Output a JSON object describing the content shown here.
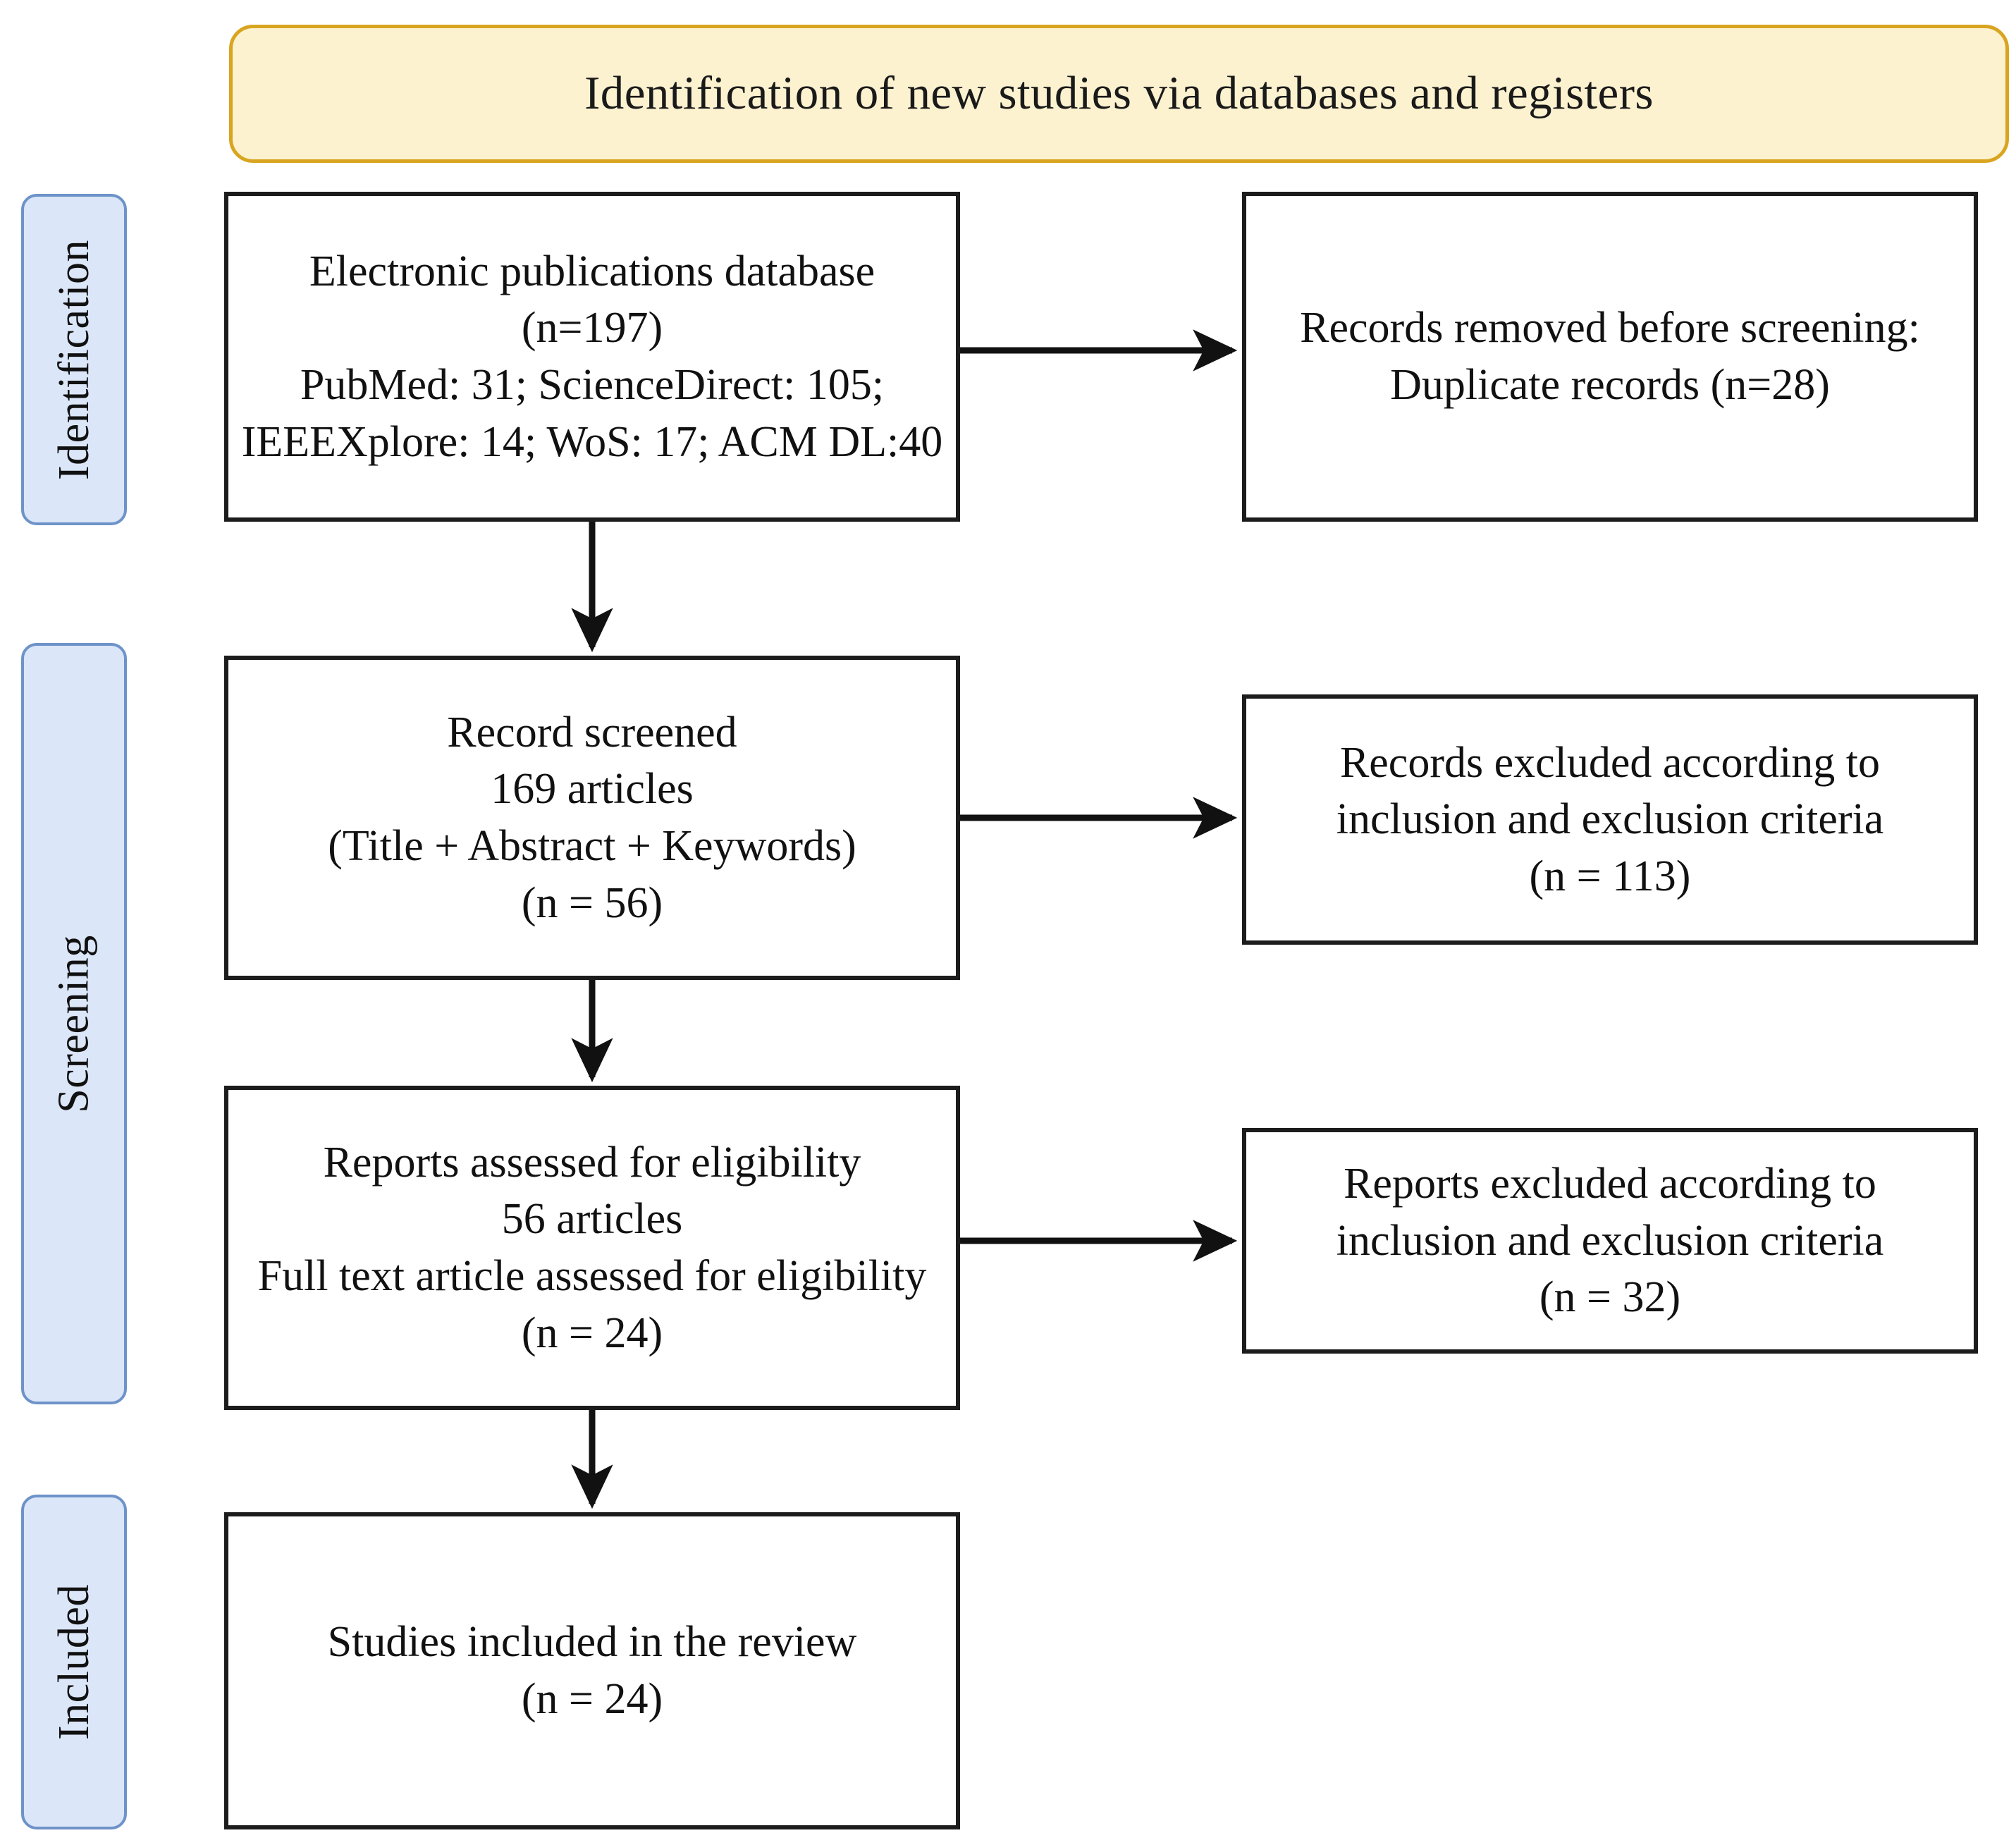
{
  "diagram": {
    "type": "prisma-flow-diagram",
    "banner_title": "Identification of new studies via databases and registers",
    "colors": {
      "banner_fill": "#FDF2D0",
      "banner_border": "#D9A520",
      "stage_label_fill": "#DBE6F8",
      "stage_label_border": "#6E93C9",
      "box_border": "#1C1C1C",
      "box_fill": "#FFFFFF",
      "text": "#111111"
    }
  },
  "stages": [
    {
      "id": "identification",
      "label": "Identification"
    },
    {
      "id": "screening",
      "label": "Screening"
    },
    {
      "id": "included",
      "label": "Included"
    }
  ],
  "boxes": {
    "identification_records": {
      "text": "Electronic publications database (n=197)\nPubMed: 31; ScienceDirect: 105;\nIEEEXplore: 14; WoS: 17; ACM DL:40",
      "total_n": 197,
      "sources": [
        {
          "name": "PubMed",
          "count": 31
        },
        {
          "name": "ScienceDirect",
          "count": 105
        },
        {
          "name": "IEEEXplore",
          "count": 14
        },
        {
          "name": "WoS",
          "count": 17
        },
        {
          "name": "ACM DL",
          "count": 40
        }
      ]
    },
    "records_removed": {
      "text": "Records removed before screening:\nDuplicate records (n=28)",
      "n": 28
    },
    "records_screened": {
      "text": "Record screened\n169 articles\n(Title + Abstract + Keywords)\n(n = 56)",
      "articles": 169,
      "n": 56
    },
    "records_excluded": {
      "text": "Records excluded according to\ninclusion and exclusion criteria\n(n = 113)",
      "n": 113
    },
    "reports_assessed": {
      "text": "Reports assessed for eligibility\n56 articles\nFull text article assessed for eligibility\n(n = 24)",
      "articles": 56,
      "n": 24
    },
    "reports_excluded": {
      "text": "Reports excluded according to\ninclusion and exclusion criteria\n(n = 32)",
      "n": 32
    },
    "studies_included": {
      "text": "Studies included in the review\n(n = 24)",
      "n": 24
    }
  },
  "connectors": [
    {
      "id": "identification-to-removed",
      "from": "identification_records",
      "to": "records_removed",
      "direction": "right"
    },
    {
      "id": "identification-to-screened",
      "from": "identification_records",
      "to": "records_screened",
      "direction": "down"
    },
    {
      "id": "screened-to-excluded",
      "from": "records_screened",
      "to": "records_excluded",
      "direction": "right"
    },
    {
      "id": "screened-to-assessed",
      "from": "records_screened",
      "to": "reports_assessed",
      "direction": "down"
    },
    {
      "id": "assessed-to-excluded",
      "from": "reports_assessed",
      "to": "reports_excluded",
      "direction": "right"
    },
    {
      "id": "assessed-to-included",
      "from": "reports_assessed",
      "to": "studies_included",
      "direction": "down"
    }
  ]
}
